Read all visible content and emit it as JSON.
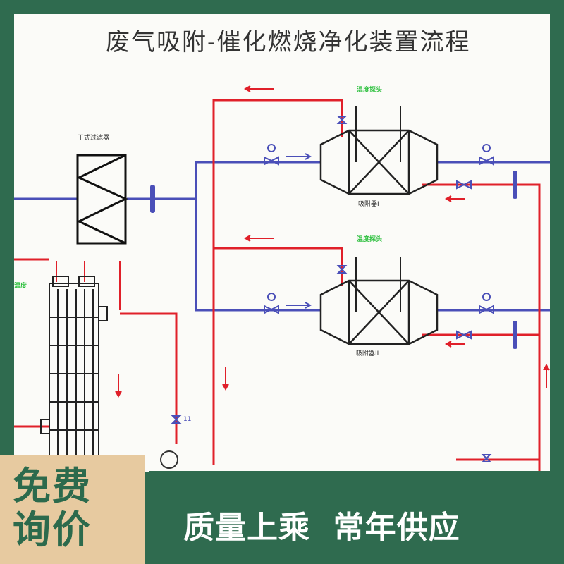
{
  "diagram": {
    "title": "废气吸附-催化燃烧净化装置流程",
    "labels": {
      "filter": "干式过滤器",
      "adsorber_1": "吸附器I",
      "adsorber_2": "吸附器II",
      "temp_probe_1": "温度探头",
      "temp_probe_2": "温度探头",
      "temp_left": "温度",
      "valve_11": "11"
    },
    "colors": {
      "hot_line": "#e0202a",
      "gas_line": "#4a4fb8",
      "probe_text": "#2fc040"
    }
  },
  "badge": {
    "text": "免费询价"
  },
  "banner": {
    "text": "质量上乘  常年供应"
  }
}
